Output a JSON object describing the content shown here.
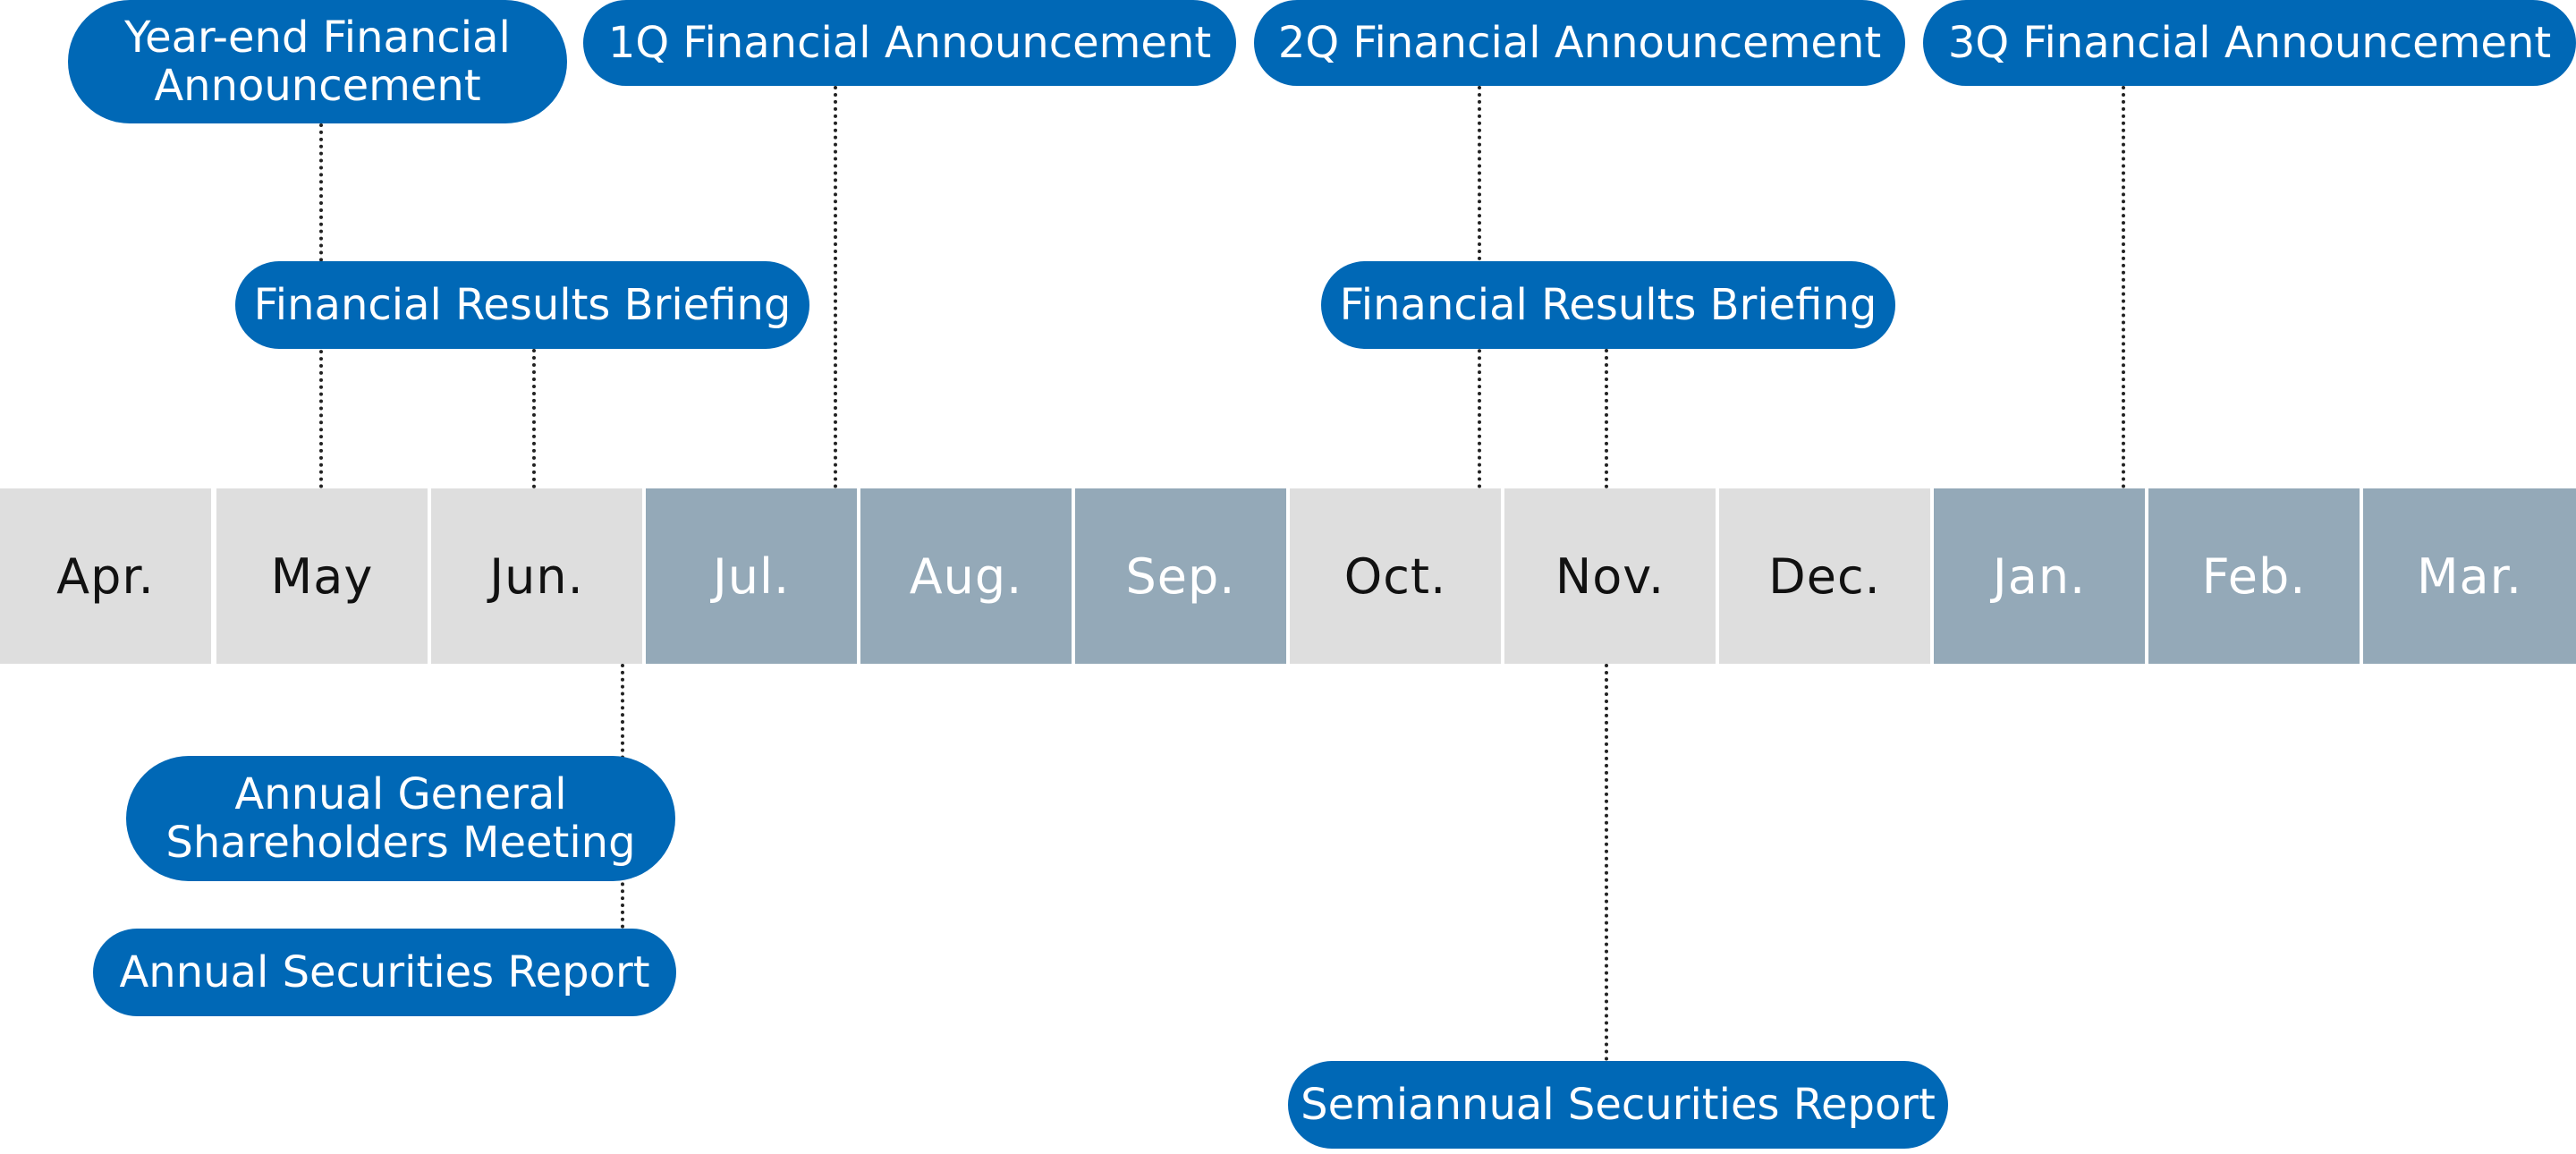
{
  "months": [
    {
      "label": "Apr.",
      "tone": "light"
    },
    {
      "label": "May",
      "tone": "light"
    },
    {
      "label": "Jun.",
      "tone": "light"
    },
    {
      "label": "Jul.",
      "tone": "dark"
    },
    {
      "label": "Aug.",
      "tone": "dark"
    },
    {
      "label": "Sep.",
      "tone": "dark"
    },
    {
      "label": "Oct.",
      "tone": "light"
    },
    {
      "label": "Nov.",
      "tone": "light"
    },
    {
      "label": "Dec.",
      "tone": "light"
    },
    {
      "label": "Jan.",
      "tone": "dark"
    },
    {
      "label": "Feb.",
      "tone": "dark"
    },
    {
      "label": "Mar.",
      "tone": "dark"
    }
  ],
  "events": {
    "year_end_announcement": "Year-end Financial\nAnnouncement",
    "q1_announcement": "1Q Financial Announcement",
    "q2_announcement": "2Q Financial Announcement",
    "q3_announcement": "3Q Financial Announcement",
    "results_briefing_may": "Financial Results Briefing",
    "results_briefing_nov": "Financial Results Briefing",
    "agm": "Annual General\nShareholders Meeting",
    "annual_securities_report": "Annual Securities Report",
    "semiannual_securities_report": "Semiannual Securities Report"
  },
  "colors": {
    "pill": "#0068b6",
    "month_light": "#dedede",
    "month_dark": "#94a9b8",
    "connector": "#222222"
  }
}
